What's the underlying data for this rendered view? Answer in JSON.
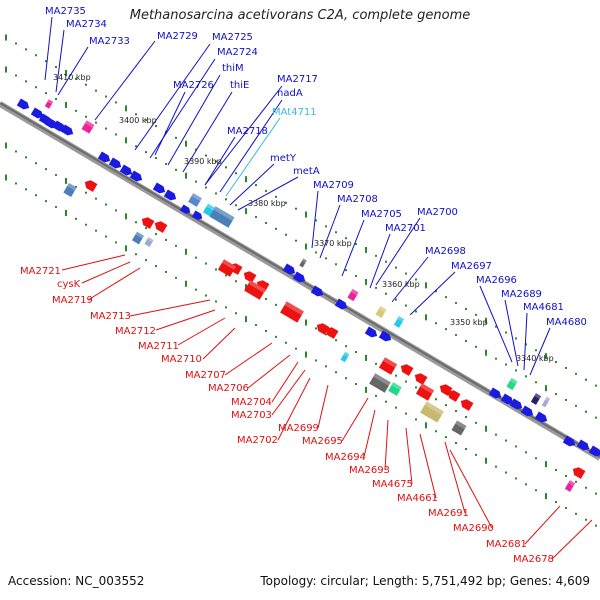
{
  "title": "Methanosarcina acetivorans C2A, complete genome",
  "footer": {
    "accession": "Accession: NC_003552",
    "summary": "Topology: circular; Length: 5,751,492 bp; Genes: 4,609"
  },
  "colors": {
    "forward_label": "#1010c8",
    "reverse_label": "#e01010",
    "rna_label": "#38b8e8",
    "backbone": "#777777",
    "track_dots": "#2a8a2a"
  },
  "kbp_marks": [
    "3410 kbp",
    "3400 kbp",
    "3390 kbp",
    "3380 kbp",
    "3370 kbp",
    "3360 kbp",
    "3350 kbp",
    "3340 kbp"
  ],
  "forward_labels": [
    "MA2735",
    "MA2734",
    "MA2733",
    "MA2729",
    "MA2725",
    "MA2724",
    "thiM",
    "MA2726",
    "thiE",
    "MA2717",
    "nadA",
    "MAt4711",
    "MA2718",
    "metY",
    "metA",
    "MA2709",
    "MA2708",
    "MA2705",
    "MA2700",
    "MA2701",
    "MA2698",
    "MA2697",
    "MA2696",
    "MA2689",
    "MA4681",
    "MA4680"
  ],
  "reverse_labels": [
    "MA2721",
    "cysK",
    "MA2719",
    "MA2713",
    "MA2712",
    "MA2711",
    "MA2710",
    "MA2707",
    "MA2706",
    "MA2704",
    "MA2703",
    "MA2702",
    "MA2699",
    "MA2695",
    "MA2694",
    "MA2693",
    "MA4675",
    "MA4661",
    "MA2691",
    "MA2690",
    "MA2681",
    "MA2678"
  ]
}
